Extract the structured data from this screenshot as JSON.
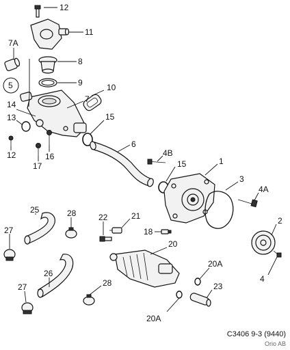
{
  "callouts": {
    "c12_top": "12",
    "c11": "11",
    "c7A": "7A",
    "c8": "8",
    "c9": "9",
    "c5": "5",
    "c10": "10",
    "c14": "14",
    "c7": "7",
    "c13": "13",
    "c15_upper": "15",
    "c12_low": "12",
    "c16": "16",
    "c17": "17",
    "c6": "6",
    "c4B": "4B",
    "c15_lower": "15",
    "c1": "1",
    "c3": "3",
    "c4A": "4A",
    "c25": "25",
    "c28_upper": "28",
    "c22": "22",
    "c21": "21",
    "c2": "2",
    "c27_upper": "27",
    "c18": "18",
    "c20": "20",
    "c4": "4",
    "c20A_right": "20A",
    "c26": "26",
    "c27_lower": "27",
    "c28_lower": "28",
    "c23": "23",
    "c20A_bottom": "20A"
  },
  "caption": {
    "ref": "C3406 9-3 (9440)",
    "credit": "Orio AB"
  }
}
